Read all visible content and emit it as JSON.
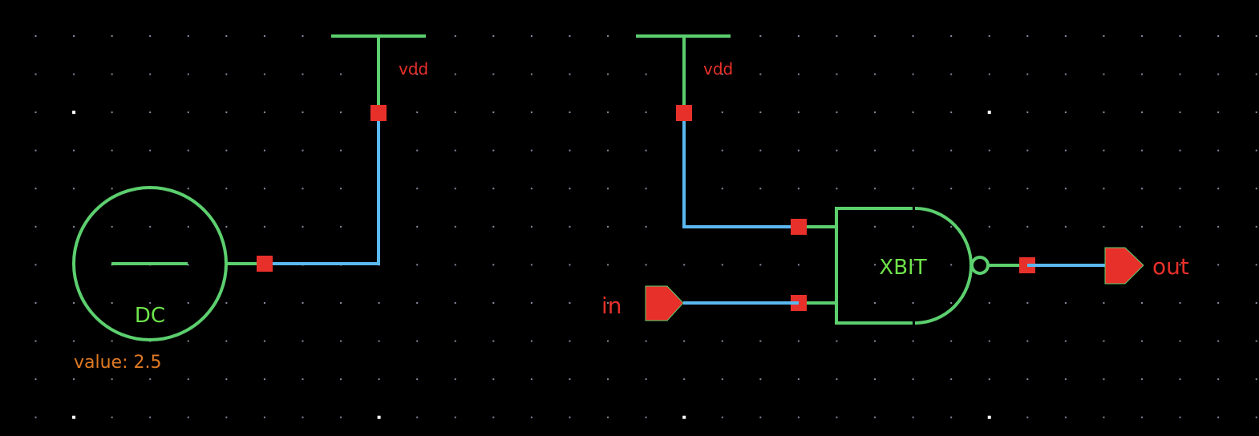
{
  "schematic": {
    "background": "#000000",
    "colors": {
      "symbol": "#5ccf6e",
      "wire": "#5bb8f0",
      "pin": "#e8302a",
      "label": "#e8302a",
      "instance_label": "#6fe34a",
      "property": "#e07a22",
      "grid": "#8a8aa0"
    },
    "supplies": [
      {
        "name": "vdd-left",
        "label": "vdd"
      },
      {
        "name": "vdd-right",
        "label": "vdd"
      }
    ],
    "source": {
      "type_label": "DC",
      "property": "value: 2.5"
    },
    "gate": {
      "label": "XBIT",
      "type": "nand2"
    },
    "ports": [
      {
        "name": "in",
        "label": "in",
        "direction": "input"
      },
      {
        "name": "out",
        "label": "out",
        "direction": "output"
      }
    ]
  }
}
